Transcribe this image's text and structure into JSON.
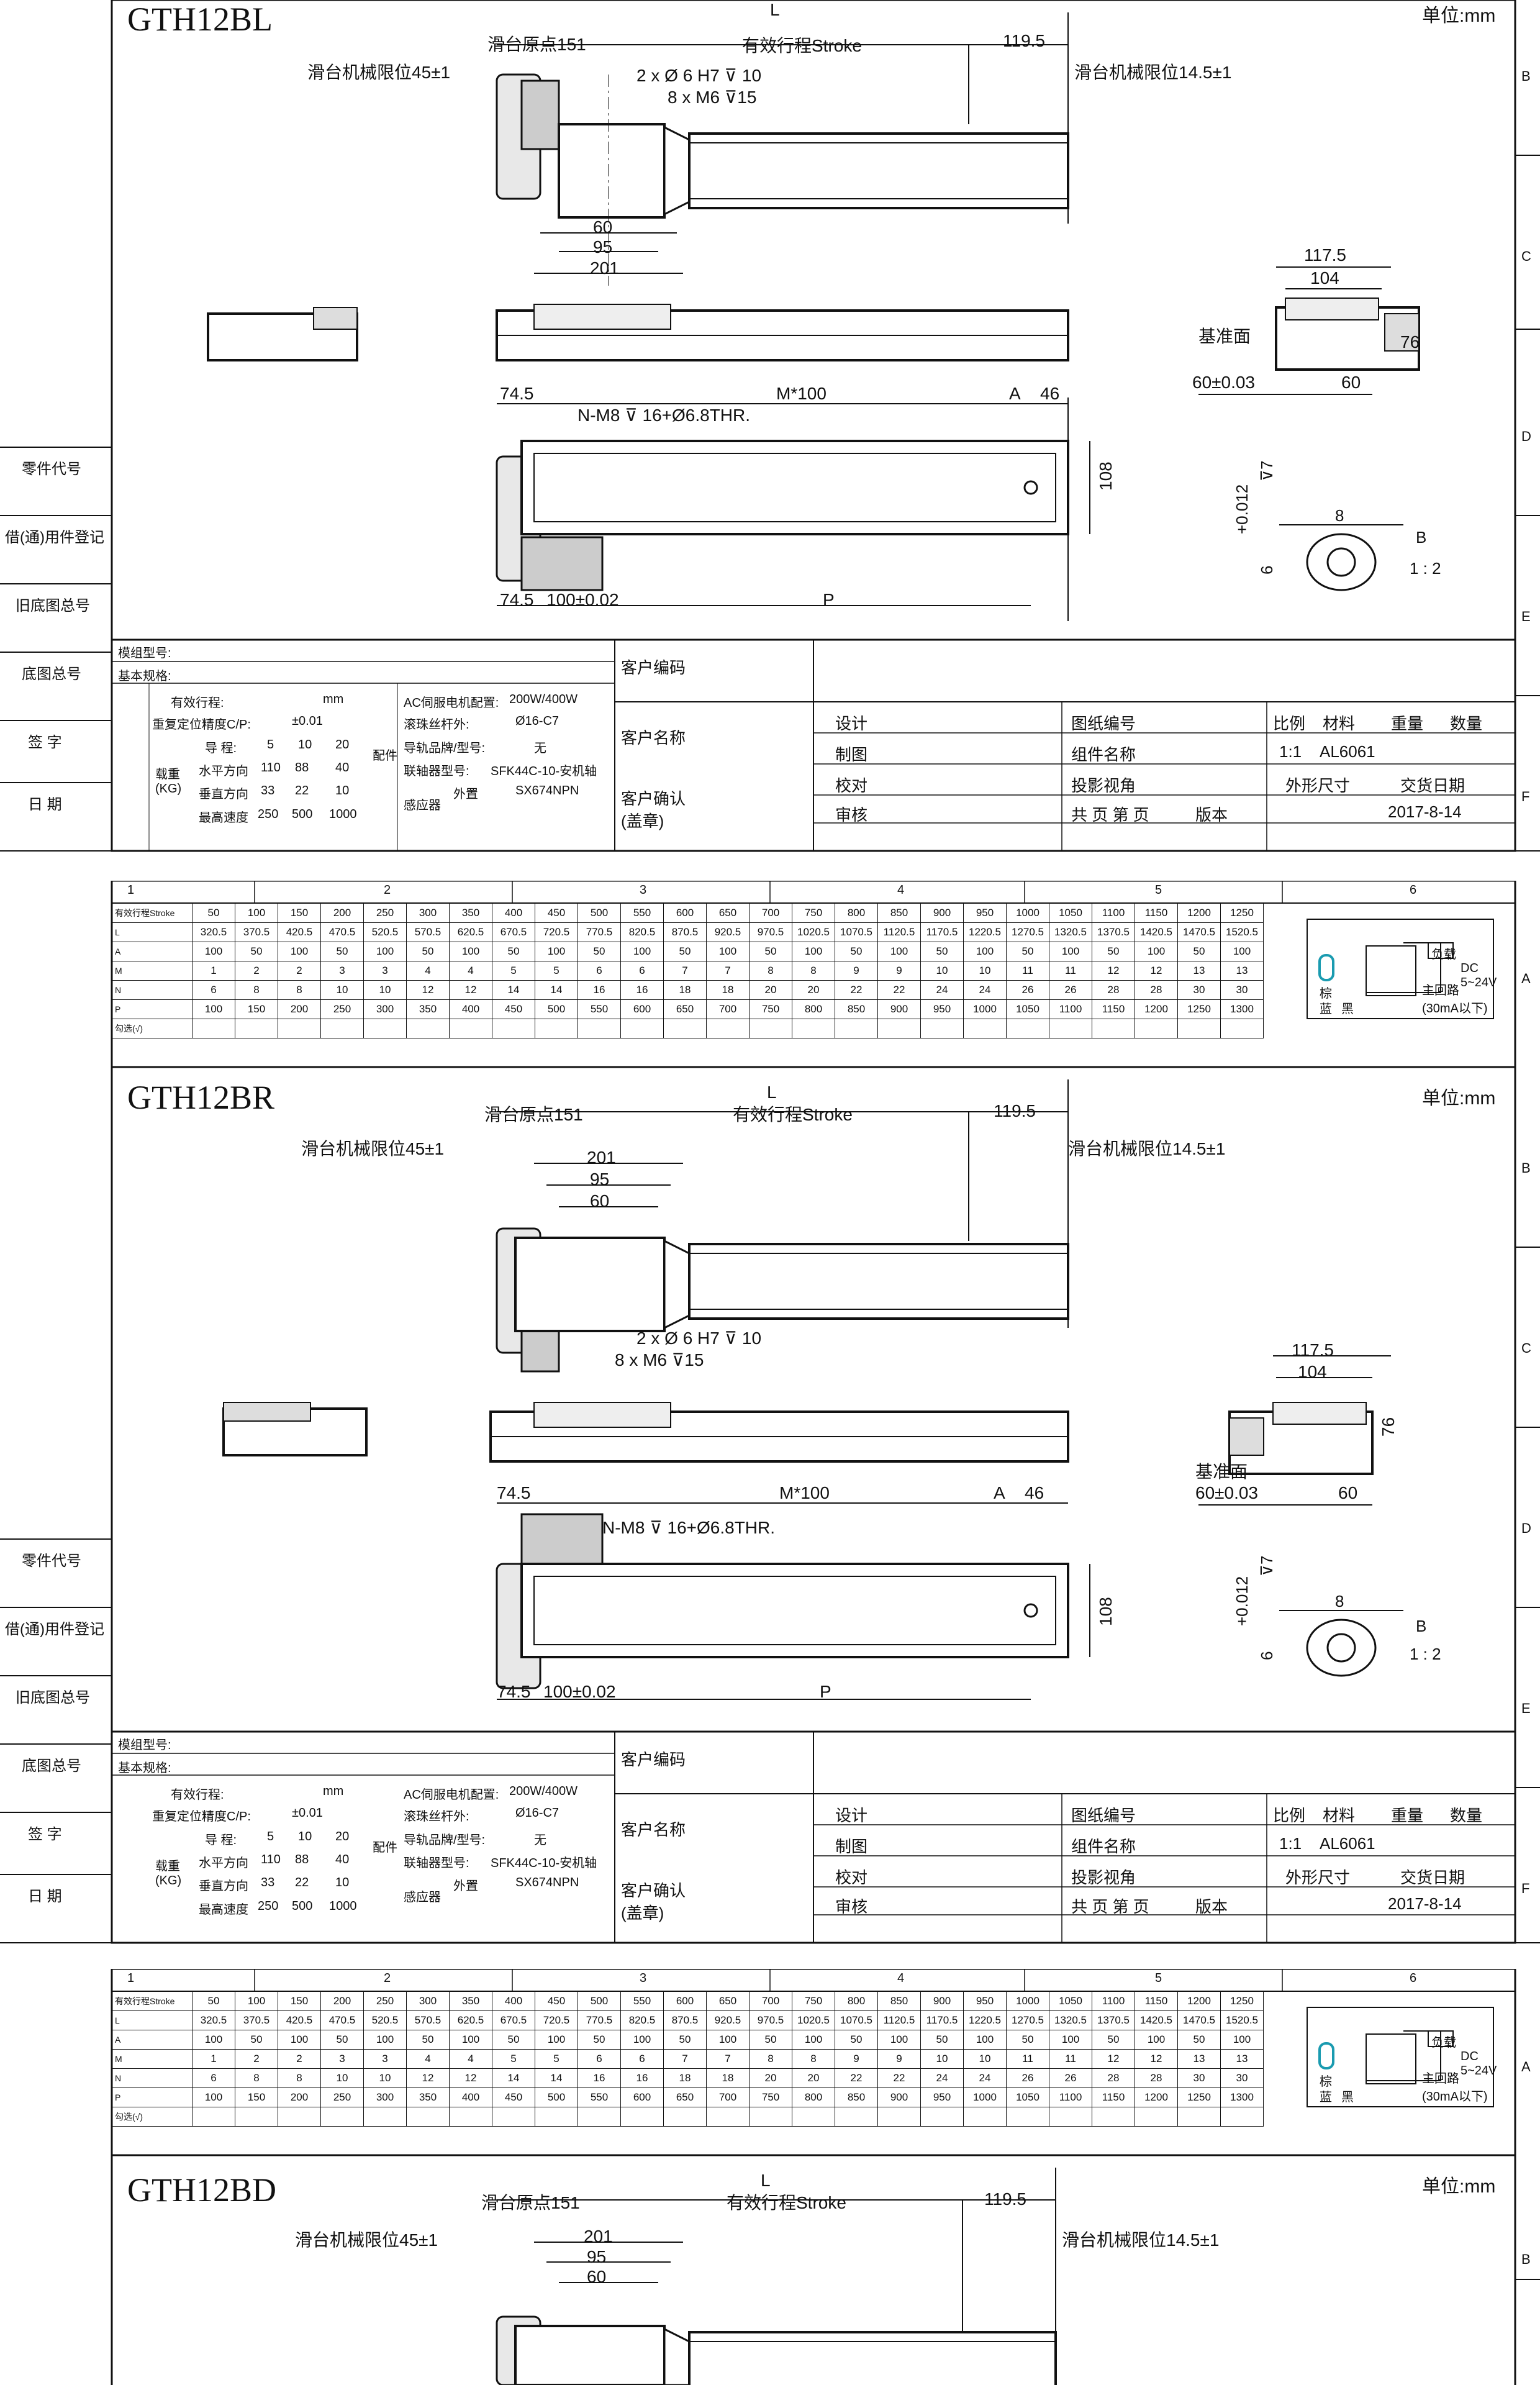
{
  "unit_label": "单位:mm",
  "side_labels": [
    "零件代号",
    "借(通)用件登记",
    "旧底图总号",
    "底图总号",
    "签  字",
    "日  期"
  ],
  "row_letters": [
    "A",
    "B",
    "C",
    "D",
    "E",
    "F"
  ],
  "col_numbers": [
    "1",
    "2",
    "3",
    "4",
    "5",
    "6"
  ],
  "sheets": [
    {
      "model": "GTH12BL",
      "dims": {
        "L": "L",
        "origin": "滑台原点151",
        "stroke": "有效行程Stroke",
        "d119": "119.5",
        "limit_left": "滑台机械限位45±1",
        "limit_right": "滑台机械限位14.5±1",
        "hole1": "2 x  Ø 6 H7  ⊽ 10",
        "hole2": "8 x M6  ⊽15",
        "d60": "60",
        "d95": "95",
        "d201": "201",
        "d1175": "117.5",
        "d104": "104",
        "d76": "76",
        "datum": "基准面",
        "tol": "60±0.03",
        "d60b": "60",
        "d745": "74.5",
        "m100": "M*100",
        "A": "A",
        "d46": "46",
        "nm8": "N-M8  ⊽  16+Ø6.8THR.",
        "d108": "108",
        "d745b": "74.5",
        "d100": "100±0.02",
        "P": "P",
        "detail_tol": "+0.012",
        "detail_6": "6",
        "detail_7": "⊽7",
        "detail_8": "8",
        "detail_B": "B",
        "detail_scale": "1 : 2"
      }
    },
    {
      "model": "GTH12BR",
      "dims": {
        "L": "L",
        "origin": "滑台原点151",
        "stroke": "有效行程Stroke",
        "d119": "119.5",
        "limit_left": "滑台机械限位45±1",
        "limit_right": "滑台机械限位14.5±1",
        "hole1": "2 x  Ø 6 H7  ⊽ 10",
        "hole2": "8 x M6  ⊽15",
        "d60": "60",
        "d95": "95",
        "d201": "201",
        "d1175": "117.5",
        "d104": "104",
        "d76": "76",
        "datum": "基准面",
        "tol": "60±0.03",
        "d60b": "60",
        "d745": "74.5",
        "m100": "M*100",
        "A": "A",
        "d46": "46",
        "nm8": "N-M8  ⊽  16+Ø6.8THR.",
        "d108": "108",
        "d745b": "74.5",
        "d100": "100±0.02",
        "P": "P",
        "detail_tol": "+0.012",
        "detail_6": "6",
        "detail_7": "⊽7",
        "detail_8": "8",
        "detail_B": "B",
        "detail_scale": "1 : 2"
      }
    },
    {
      "model": "GTH12BD",
      "dims": {
        "L": "L",
        "origin": "滑台原点151",
        "stroke": "有效行程Stroke",
        "d119": "119.5",
        "limit_left": "滑台机械限位45±1",
        "limit_right": "滑台机械限位14.5±1",
        "d201": "201",
        "d95": "95",
        "d60": "60"
      }
    }
  ],
  "spec_block": {
    "model_no": "模组型号:",
    "basic_spec": "基本规格:",
    "stroke_label": "有效行程:",
    "stroke_unit": "mm",
    "repeat_label": "重复定位精度C/P:",
    "repeat_value": "±0.01",
    "load_label": "载重\n(KG)",
    "lead_label": "导 程:",
    "leads": [
      "5",
      "10",
      "20"
    ],
    "horiz_label": "水平方向",
    "horiz": [
      "110",
      "88",
      "40"
    ],
    "vert_label": "垂直方向",
    "vert": [
      "33",
      "22",
      "10"
    ],
    "speed_label": "最高速度",
    "speed": [
      "250",
      "500",
      "1000"
    ],
    "config_label": "配件",
    "motor_label": "AC伺服电机配置:",
    "motor_value": "200W/400W",
    "screw_label": "滚珠丝杆外:",
    "screw_value": "Ø16-C7",
    "rail_label": "导轨品牌/型号:",
    "rail_value": "无",
    "coupler_label": "联轴器型号:",
    "coupler_value": "SFK44C-10-安机轴",
    "sensor_label": "感应器",
    "sensor_sub": "外置",
    "sensor_value": "SX674NPN",
    "customer_code": "客户编码",
    "customer_name": "客户名称",
    "customer_confirm": "客户确认\n(盖章)",
    "design": "设计",
    "draw": "制图",
    "check": "校对",
    "review": "审核",
    "drawing_no": "图纸编号",
    "assembly_name": "组件名称",
    "projection": "投影视角",
    "total_pages": "共   页 第   页",
    "version": "版本",
    "scale": "比例",
    "scale_value": "1:1",
    "material": "材料",
    "material_value": "AL6061",
    "weight": "重量",
    "qty": "数量",
    "outline": "外形尺寸",
    "delivery": "交货日期",
    "date": "2017-8-14"
  },
  "stroke_table": {
    "row_heads": [
      "有效行程Stroke",
      "L",
      "A",
      "M",
      "N",
      "P",
      "勾选(√)"
    ],
    "stroke": [
      "50",
      "100",
      "150",
      "200",
      "250",
      "300",
      "350",
      "400",
      "450",
      "500",
      "550",
      "600",
      "650",
      "700",
      "750",
      "800",
      "850",
      "900",
      "950",
      "1000",
      "1050",
      "1100",
      "1150",
      "1200",
      "1250"
    ],
    "L": [
      "320.5",
      "370.5",
      "420.5",
      "470.5",
      "520.5",
      "570.5",
      "620.5",
      "670.5",
      "720.5",
      "770.5",
      "820.5",
      "870.5",
      "920.5",
      "970.5",
      "1020.5",
      "1070.5",
      "1120.5",
      "1170.5",
      "1220.5",
      "1270.5",
      "1320.5",
      "1370.5",
      "1420.5",
      "1470.5",
      "1520.5"
    ],
    "A": [
      "100",
      "50",
      "100",
      "50",
      "100",
      "50",
      "100",
      "50",
      "100",
      "50",
      "100",
      "50",
      "100",
      "50",
      "100",
      "50",
      "100",
      "50",
      "100",
      "50",
      "100",
      "50",
      "100",
      "50",
      "100"
    ],
    "M": [
      "1",
      "2",
      "2",
      "3",
      "3",
      "4",
      "4",
      "5",
      "5",
      "6",
      "6",
      "7",
      "7",
      "8",
      "8",
      "9",
      "9",
      "10",
      "10",
      "11",
      "11",
      "12",
      "12",
      "13",
      "13"
    ],
    "N": [
      "6",
      "8",
      "8",
      "10",
      "10",
      "12",
      "12",
      "14",
      "14",
      "16",
      "16",
      "18",
      "18",
      "20",
      "20",
      "22",
      "22",
      "24",
      "24",
      "26",
      "26",
      "28",
      "28",
      "30",
      "30"
    ],
    "P": [
      "100",
      "150",
      "200",
      "250",
      "300",
      "350",
      "400",
      "450",
      "500",
      "550",
      "600",
      "650",
      "700",
      "750",
      "800",
      "850",
      "900",
      "950",
      "1000",
      "1050",
      "1100",
      "1150",
      "1200",
      "1250",
      "1300"
    ],
    "circuit": {
      "label1": "棕",
      "label2": "蓝",
      "label3": "黑",
      "load": "负载",
      "volt": "DC\n5~24V",
      "out": "主回路\n(30mA以下)"
    }
  }
}
